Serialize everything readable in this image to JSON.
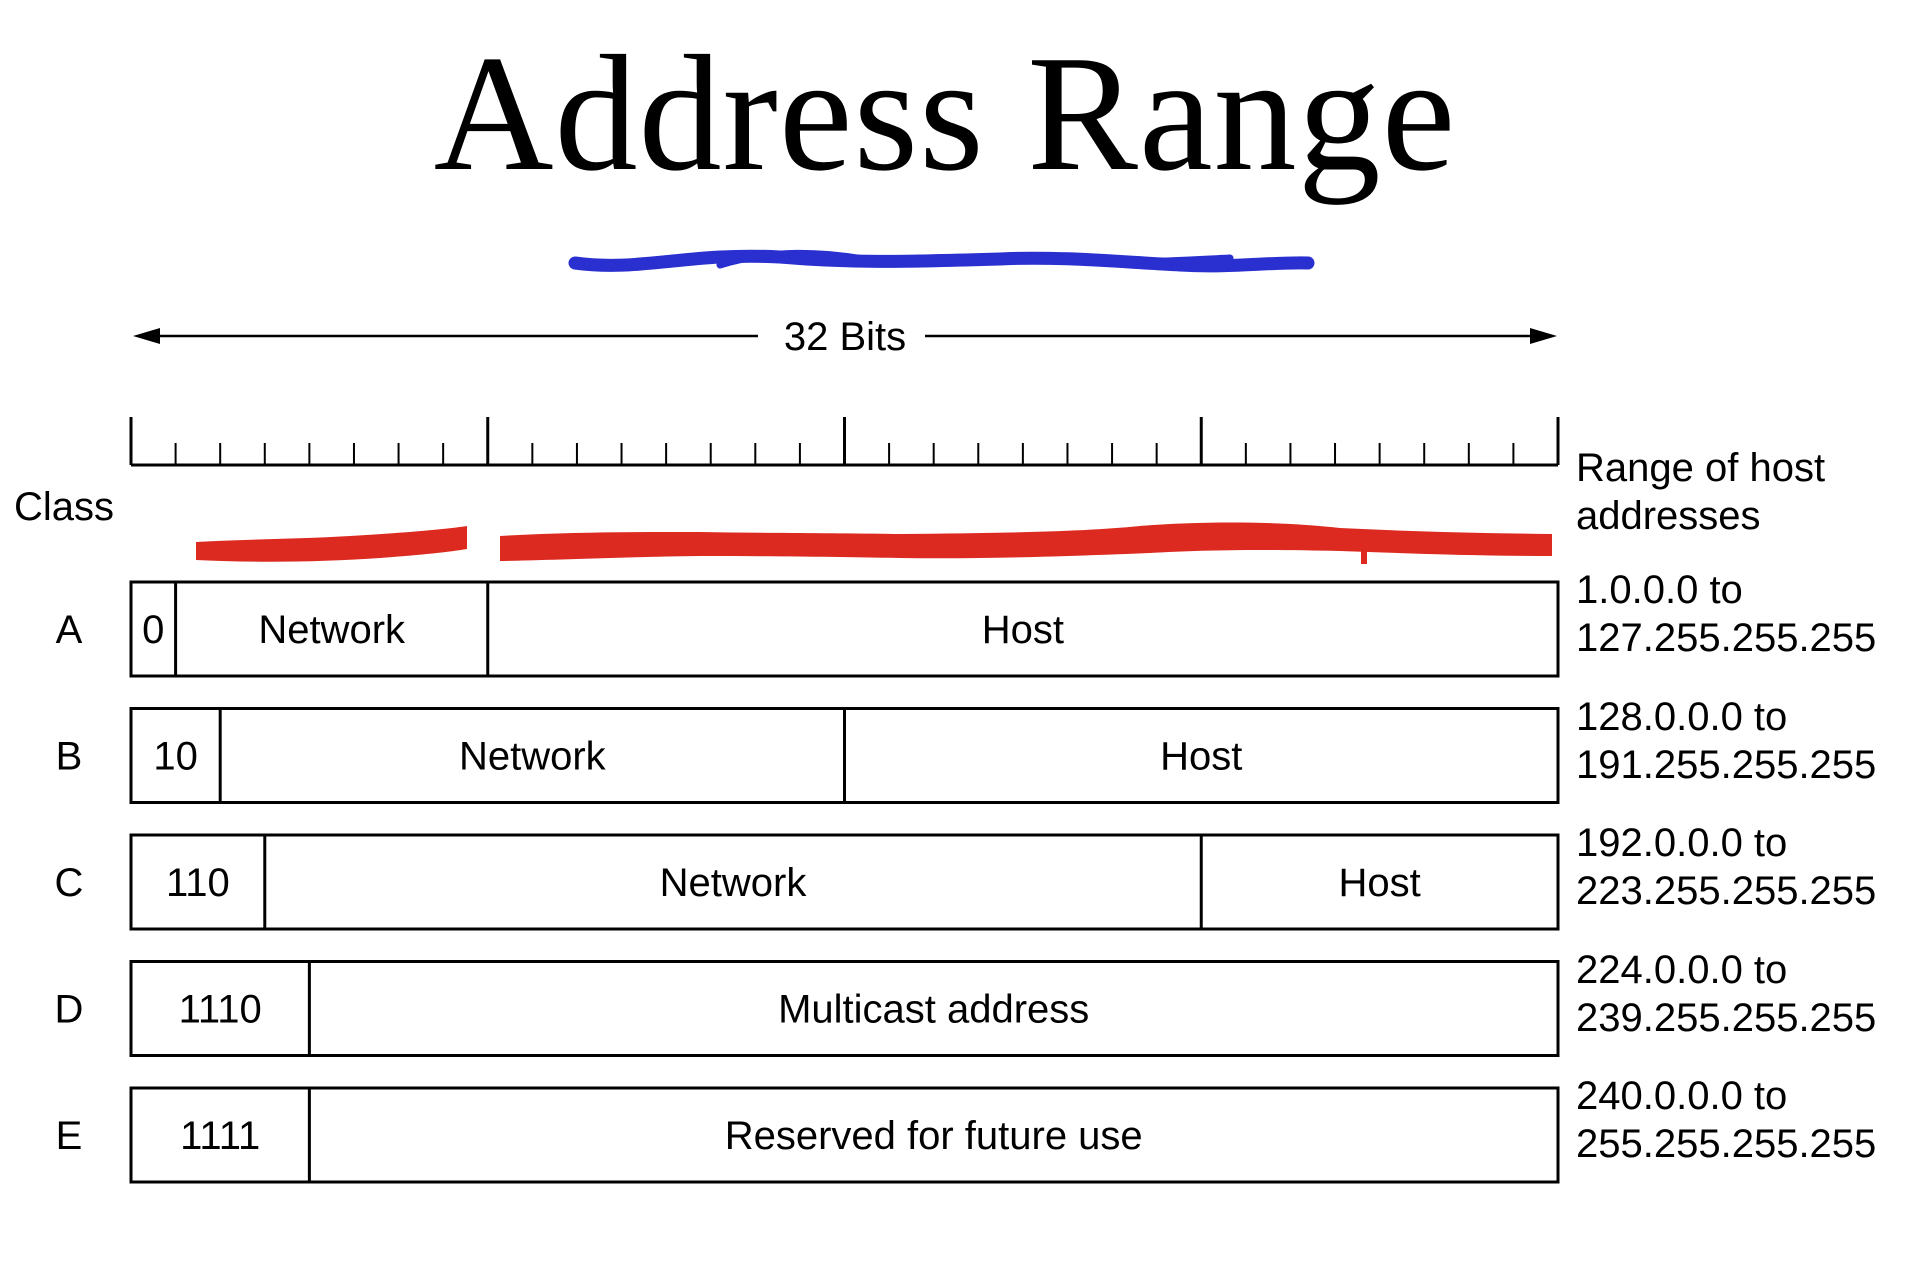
{
  "title": "Address Range",
  "width_label": "32 Bits",
  "class_header": "Class",
  "range_header_line1": "Range of host",
  "range_header_line2": "addresses",
  "total_bits": 32,
  "rows": [
    {
      "class": "A",
      "prefix": "0",
      "prefix_bits": 1,
      "fields": [
        {
          "label": "Network",
          "bits": 7
        },
        {
          "label": "Host",
          "bits": 24
        }
      ],
      "range_from": "1.0.0.0 to",
      "range_to": "127.255.255.255"
    },
    {
      "class": "B",
      "prefix": "10",
      "prefix_bits": 2,
      "fields": [
        {
          "label": "Network",
          "bits": 14
        },
        {
          "label": "Host",
          "bits": 16
        }
      ],
      "range_from": "128.0.0.0 to",
      "range_to": "191.255.255.255"
    },
    {
      "class": "C",
      "prefix": "110",
      "prefix_bits": 3,
      "fields": [
        {
          "label": "Network",
          "bits": 21
        },
        {
          "label": "Host",
          "bits": 8
        }
      ],
      "range_from": "192.0.0.0 to",
      "range_to": "223.255.255.255"
    },
    {
      "class": "D",
      "prefix": "1110",
      "prefix_bits": 4,
      "fields": [
        {
          "label": "Multicast address",
          "bits": 28
        }
      ],
      "range_from": "224.0.0.0 to",
      "range_to": "239.255.255.255"
    },
    {
      "class": "E",
      "prefix": "1111",
      "prefix_bits": 4,
      "fields": [
        {
          "label": "Reserved for future use",
          "bits": 28
        }
      ],
      "range_from": "240.0.0.0 to",
      "range_to": "255.255.255.255"
    }
  ],
  "annotation_colors": {
    "blue": "#2a2fd0",
    "red": "#dc2a20"
  }
}
